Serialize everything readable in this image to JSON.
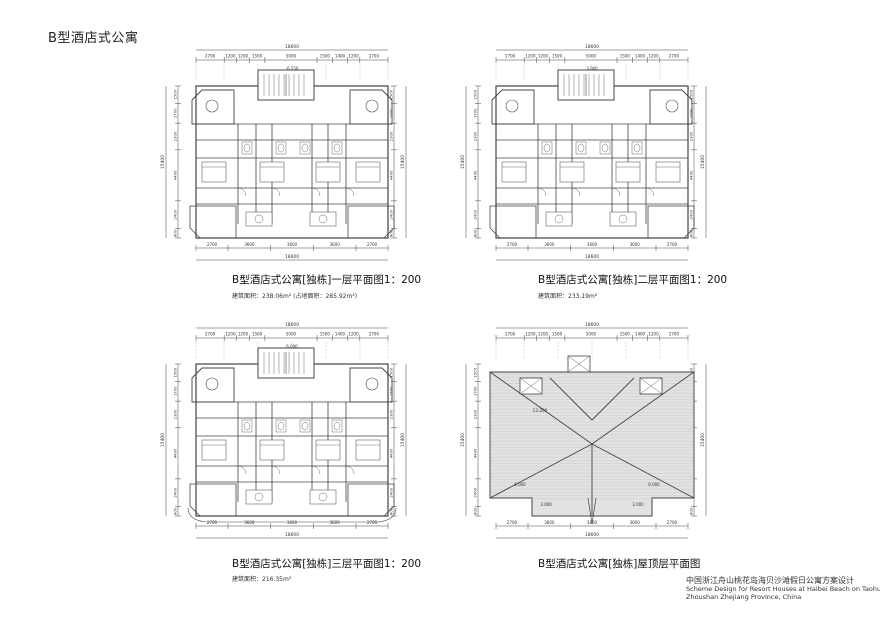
{
  "page_title": "B型酒店式公寓",
  "plans": [
    {
      "id": "floor1",
      "caption": "B型酒店式公寓[独栋]一层平面图1：200",
      "area": "建筑面积：238.06m² (占地面积：285.92m²)",
      "dims_top_total": "18600",
      "dims_top": [
        "2700",
        "1200",
        "1200",
        "1500",
        "5000",
        "1500",
        "1400",
        "1200",
        "2700"
      ],
      "dims_bottom": [
        "2700",
        "3600",
        "3600",
        "3600",
        "2700"
      ],
      "dims_bottom_total": "18600",
      "dims_side_total": "15400",
      "dims_side": [
        "1500",
        "1700",
        "2300",
        "4400",
        "2400",
        "800"
      ],
      "level_mark": "-0.150",
      "is_roof": false
    },
    {
      "id": "floor2",
      "caption": "B型酒店式公寓[独栋]二层平面图1：200",
      "area": "建筑面积：233.19m²",
      "dims_top_total": "18600",
      "dims_top": [
        "2700",
        "1200",
        "1200",
        "1500",
        "5000",
        "1500",
        "1400",
        "1200",
        "2700"
      ],
      "dims_bottom": [
        "2700",
        "3600",
        "3600",
        "3600",
        "2700"
      ],
      "dims_bottom_total": "18600",
      "dims_side_total": "15400",
      "dims_side": [
        "1500",
        "1700",
        "2300",
        "4400",
        "2400",
        "800"
      ],
      "level_mark": "3.000",
      "is_roof": false
    },
    {
      "id": "floor3",
      "caption": "B型酒店式公寓[独栋]三层平面图1：200",
      "area": "建筑面积：216.35m²",
      "dims_top_total": "18600",
      "dims_top": [
        "2700",
        "1200",
        "1200",
        "1500",
        "5000",
        "1500",
        "1400",
        "1200",
        "2700"
      ],
      "dims_bottom": [
        "2700",
        "3600",
        "3600",
        "3600",
        "2700"
      ],
      "dims_bottom_total": "18600",
      "dims_side_total": "15400",
      "dims_side": [
        "1500",
        "1700",
        "2300",
        "4400",
        "2400",
        "800"
      ],
      "level_mark": "6.000",
      "is_roof": false
    },
    {
      "id": "roof",
      "caption": "B型酒店式公寓[独栋]屋顶层平面图",
      "area": "",
      "dims_top_total": "18600",
      "dims_top": [
        "2700",
        "1200",
        "1200",
        "1500",
        "5000",
        "1500",
        "1400",
        "1200",
        "2700"
      ],
      "dims_bottom": [
        "2700",
        "3600",
        "3600",
        "3600",
        "2700"
      ],
      "dims_bottom_total": "18600",
      "dims_side_total": "15400",
      "dims_side": [
        "1500",
        "1700",
        "2300",
        "4400",
        "2400",
        "800"
      ],
      "level_mark": "13.200",
      "roof_marks": [
        "6.000",
        "6.000",
        "3.000",
        "3.000"
      ],
      "is_roof": true
    }
  ],
  "credit": {
    "line_cn": "中国浙江舟山桃花岛海贝沙滩假日公寓方案设计",
    "line_en1": "Scheme Design for Resort Houses at Haibei Beach on Taohua Island",
    "line_en2": "Zhoushan Zhejiang Province, China"
  },
  "colors": {
    "line": "#444444",
    "roof_fill": "#e2e2e2",
    "background": "#ffffff"
  }
}
